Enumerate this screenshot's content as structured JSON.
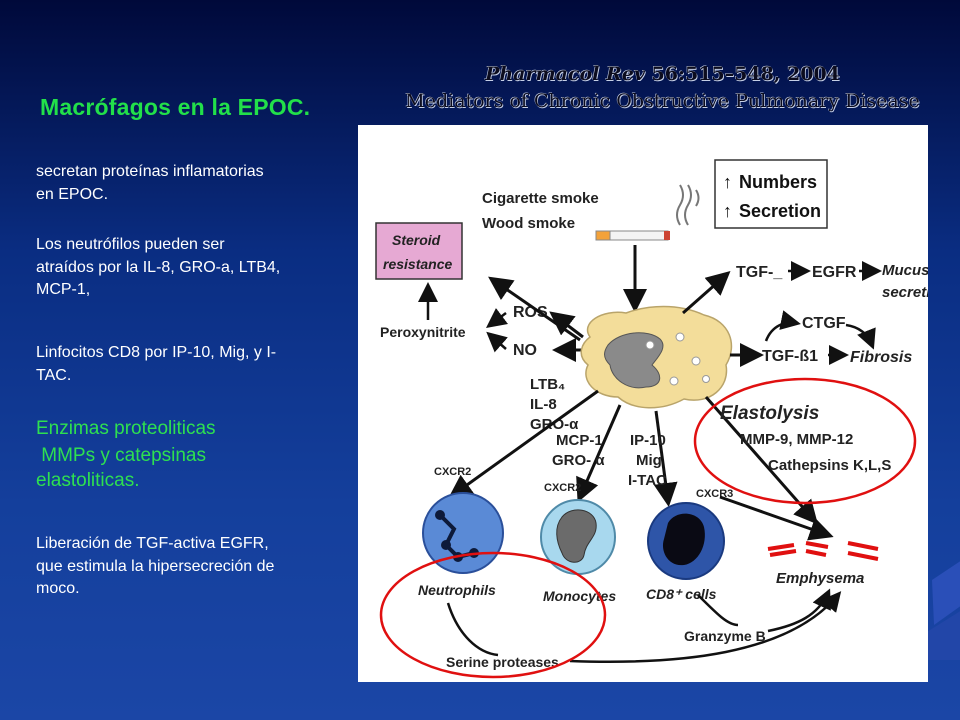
{
  "slide": {
    "title": "Macrófagos en la EPOC.",
    "paragraphs": {
      "p1": [
        "secretan proteínas inflamatorias",
        "en  EPOC."
      ],
      "p2": [
        "Los neutrófilos pueden ser",
        "atraídos por la IL-8, GRO-a,  LTB4,",
        "MCP-1,"
      ],
      "p3": [
        "Linfocitos CD8 por IP-10, Mig, y I-",
        "TAC."
      ],
      "enzymes_heading": "Enzimas proteoliticas",
      "enzymes_body": [
        " MMPs y catepsinas",
        "elastoliticas."
      ],
      "p4": [
        "Liberación de TGF-activa EGFR,",
        "que estimula la hipersecreción de",
        "moco."
      ]
    }
  },
  "citation": {
    "journal": "Pharmacol Rev",
    "ref": " 56:515–548, 2004",
    "article_title": "Mediators of Chronic Obstructive Pulmonary Disease"
  },
  "figure": {
    "smoke": [
      "Cigarette smoke",
      "Wood smoke"
    ],
    "legend": [
      "Numbers",
      "Secretion"
    ],
    "steroid": [
      "Steroid",
      "resistance"
    ],
    "peroxynitrite": "Peroxynitrite",
    "ros": "ROS",
    "no": "NO",
    "tgf_minus": "TGF-_",
    "egfr": "EGFR",
    "mucus": [
      "Mucus",
      "secretion"
    ],
    "ctgf": "CTGF",
    "tgf_b1": "TGF-ß1",
    "fibrosis": "Fibrosis",
    "ltb4": "LTB₄",
    "il8": "IL-8",
    "gro": "GRO-α",
    "mcp": [
      "MCP-1",
      "GRO- α"
    ],
    "ip10": [
      "IP-10",
      "Mig",
      "I-TAC"
    ],
    "elastolysis": "Elastolysis",
    "mmp": "MMP-9, MMP-12",
    "cathepsins": "Cathepsins K,L,S",
    "cxcr2_a": "CXCR2",
    "cxcr2_b": "CXCR2",
    "cxcr3": "CXCR3",
    "neutrophils": "Neutrophils",
    "monocytes": "Monocytes",
    "cd8": "CD8⁺ cells",
    "emphysema": "Emphysema",
    "granzyme": "Granzyme B",
    "serine": "Serine proteases"
  },
  "colors": {
    "title_green": "#22e04a",
    "steroid_box": "#e6a9d3",
    "macrophage": "#f3dd9a",
    "highlight_circle": "#e01010",
    "neutrophil": "#5a8ad6",
    "monocyte": "#a8d8ee",
    "cd8": "#2e55a8"
  }
}
